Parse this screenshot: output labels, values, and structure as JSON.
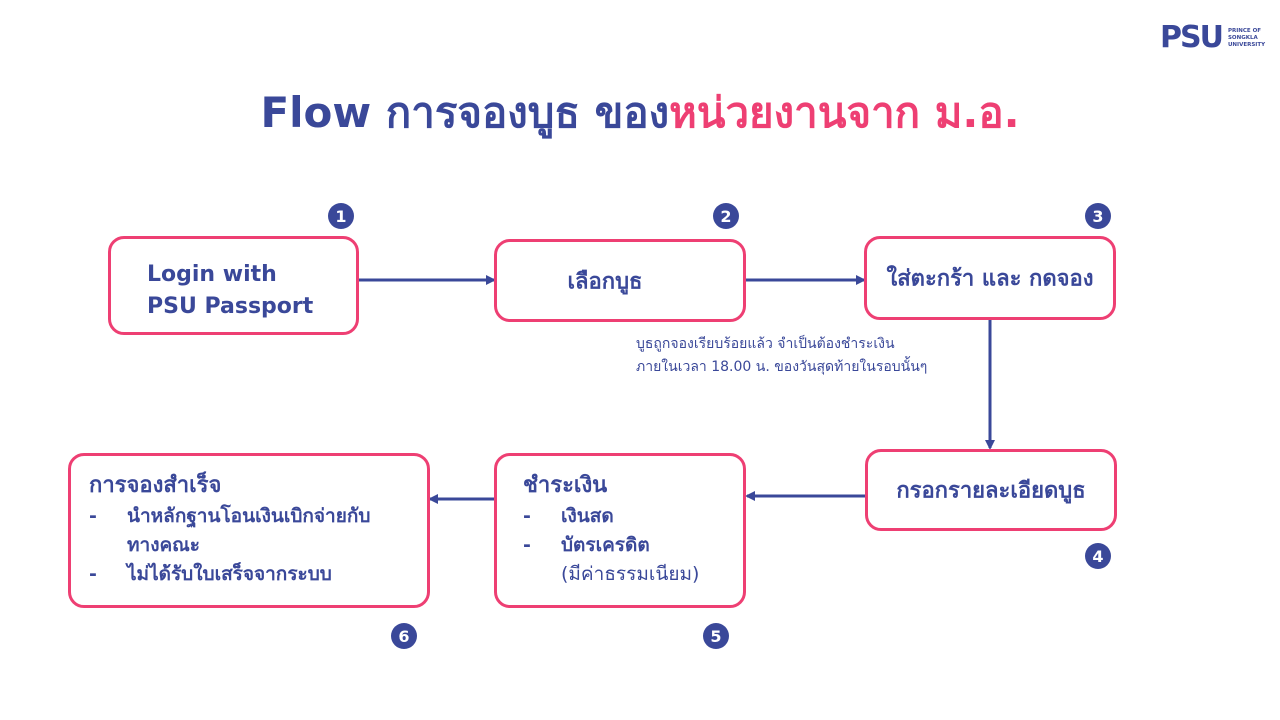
{
  "logo": {
    "mark": "PSU",
    "line1": "PRINCE OF",
    "line2": "SONGKLA",
    "line3": "UNIVERSITY"
  },
  "title": {
    "part1": "Flow การจองบูธ ของ",
    "part2": "หน่วยงานจาก ม.อ."
  },
  "colors": {
    "primary": "#3a4899",
    "accent": "#ee3f73",
    "logo_dot": "#34a4dc"
  },
  "steps": [
    {
      "number": "1",
      "label_line1": "Login with",
      "label_line2": "PSU Passport"
    },
    {
      "number": "2",
      "label": "เลือกบูธ"
    },
    {
      "number": "3",
      "label": "ใส่ตะกร้า และ กดจอง"
    },
    {
      "number": "4",
      "label": "กรอกรายละเอียดบูธ"
    },
    {
      "number": "5",
      "label": "ชำระเงิน",
      "items": [
        "เงินสด",
        "บัตรเครดิต"
      ],
      "item2_note": "(มีค่าธรรมเนียม)"
    },
    {
      "number": "6",
      "label": "การจองสำเร็จ",
      "items": [
        "นำหลักฐานโอนเงินเบิกจ่ายกับ",
        "ไม่ได้รับใบเสร็จจากระบบ"
      ],
      "item1_cont": "ทางคณะ"
    }
  ],
  "note": {
    "line1": "บูธถูกจองเรียบร้อยแล้ว จำเป็นต้องชำระเงิน",
    "line2": "ภายในเวลา 18.00 น. ของวันสุดท้ายในรอบนั้นๆ"
  }
}
